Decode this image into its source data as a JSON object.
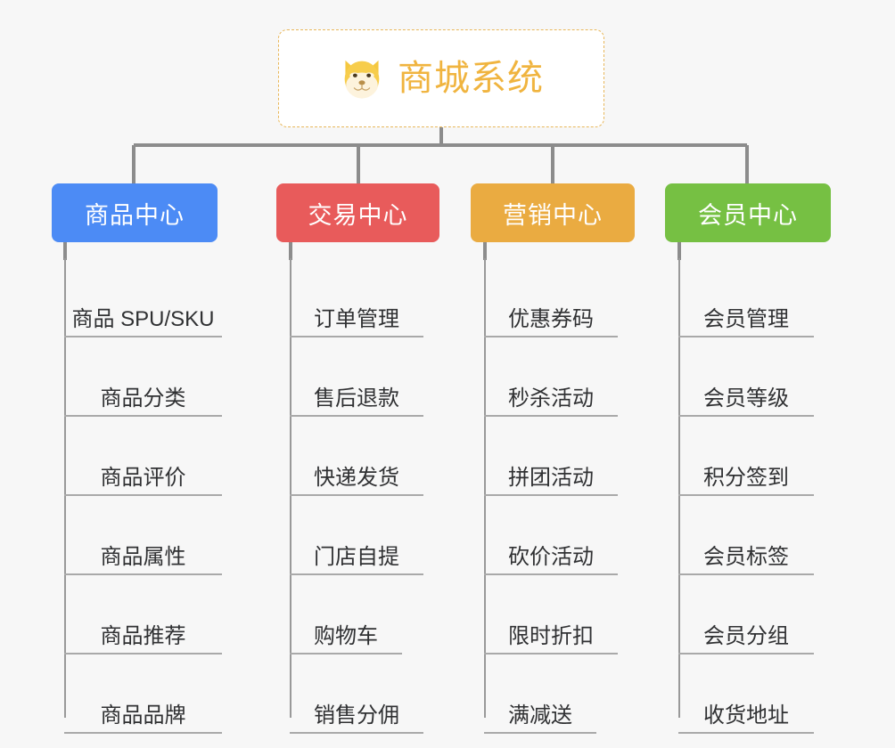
{
  "background_color": "#f7f7f7",
  "root": {
    "icon": "shiba-dog-face-icon",
    "title": "商城系统",
    "border_color": "#e8b75a",
    "text_color": "#f0b43f"
  },
  "categories": [
    {
      "label": "商品中心",
      "color": "#4c8bf5",
      "items": [
        "商品 SPU/SKU",
        "商品分类",
        "商品评价",
        "商品属性",
        "商品推荐",
        "商品品牌"
      ]
    },
    {
      "label": "交易中心",
      "color": "#e85b5b",
      "items": [
        "订单管理",
        "售后退款",
        "快递发货",
        "门店自提",
        "购物车",
        "销售分佣"
      ]
    },
    {
      "label": "营销中心",
      "color": "#eaab41",
      "items": [
        "优惠券码",
        "秒杀活动",
        "拼团活动",
        "砍价活动",
        "限时折扣",
        "满减送"
      ]
    },
    {
      "label": "会员中心",
      "color": "#76c043",
      "items": [
        "会员管理",
        "会员等级",
        "积分签到",
        "会员标签",
        "会员分组",
        "收货地址"
      ]
    }
  ],
  "connector_color": "#8c8c8c",
  "divider_color": "#a9a9a9"
}
